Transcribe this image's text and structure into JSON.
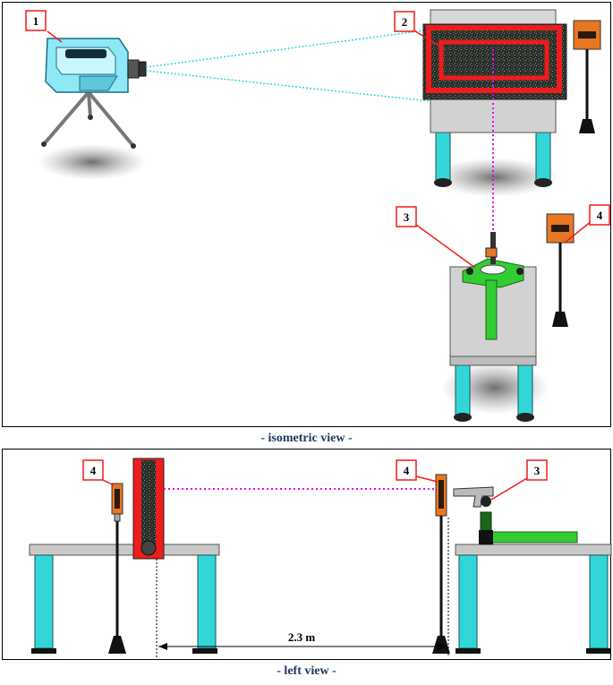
{
  "captions": {
    "isometric": "- isometric view -",
    "left": "- left view -"
  },
  "callouts": {
    "camera": "1",
    "speckle_panel": "2",
    "gun_mount": "3",
    "sensor": "4"
  },
  "dimension": {
    "distance_label": "2.3 m"
  },
  "colors": {
    "cyan": "#33d6d6",
    "red": "#ee1c1c",
    "green": "#33cc33",
    "orange": "#e87722",
    "gray": "#c8c8c8",
    "magenta": "#ee00ee",
    "caption_blue": "#1f3864"
  }
}
